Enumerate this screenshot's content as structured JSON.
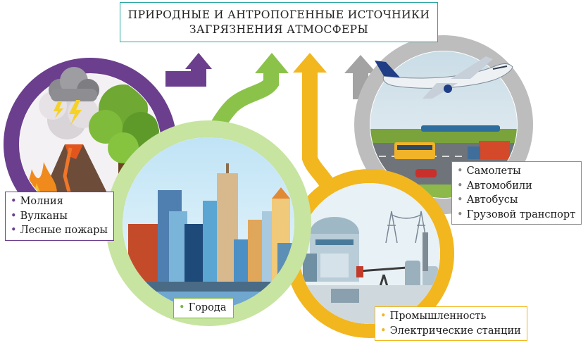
{
  "title": {
    "line1": "ПРИРОДНЫЕ  И АНТРОПОГЕННЫЕ ИСТОЧНИКИ",
    "line2": "ЗАГРЯЗНЕНИЯ  АТМОСФЕРЫ"
  },
  "natural_sources": {
    "items": [
      "Молния",
      "Вулканы",
      "Лесные пожары"
    ]
  },
  "transport_sources": {
    "items": [
      "Самолеты",
      "Автомобили",
      "Автобусы",
      "Грузовой транспорт"
    ]
  },
  "city_sources": {
    "items": [
      "Города"
    ]
  },
  "industry_sources": {
    "items": [
      "Промышленность",
      "Электрические станции"
    ]
  },
  "colors": {
    "natural": "#6b3f8e",
    "city": "#8bc34a",
    "industry": "#f2b61f",
    "transport": "#a3a3a3",
    "title_border": "#2aa7a0"
  }
}
